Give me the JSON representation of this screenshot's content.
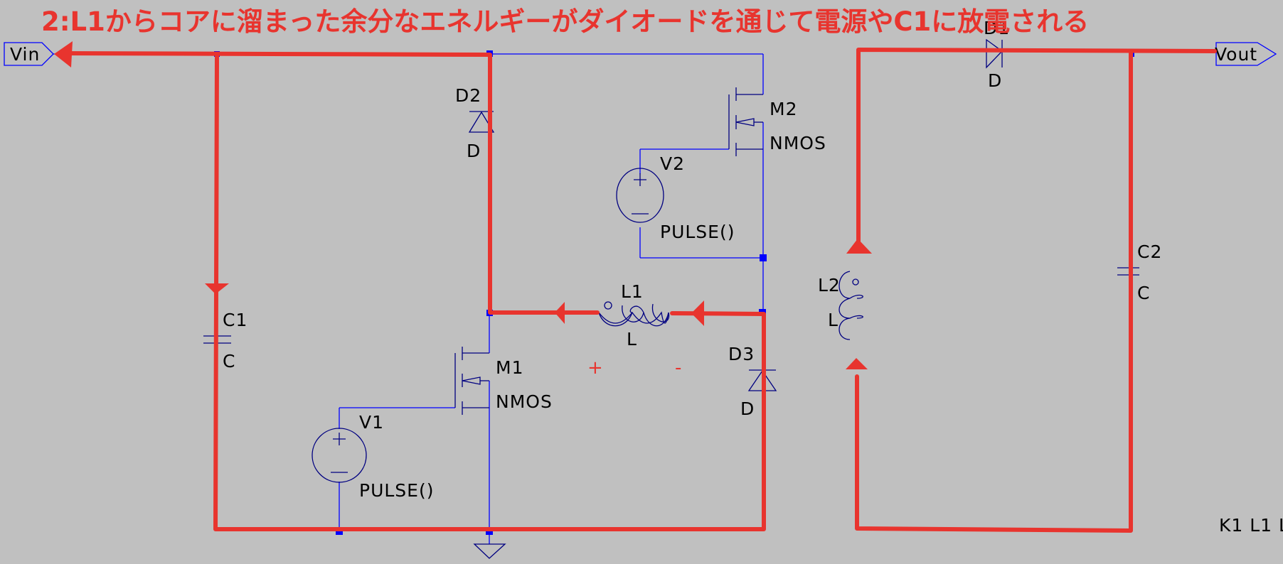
{
  "annotation": {
    "title": "2:L1からコアに溜まった余分なエネルギーがダイオードを通じて電源やC1に放電される",
    "polarity_plus": "+",
    "polarity_minus": "-",
    "color": "#e8342e"
  },
  "ports": {
    "vin": "Vin",
    "vout": "Vout"
  },
  "components": {
    "c1": {
      "name": "C1",
      "value": "C"
    },
    "c2": {
      "name": "C2",
      "value": "C"
    },
    "d1": {
      "name": "D1",
      "value": "D"
    },
    "d2": {
      "name": "D2",
      "value": "D"
    },
    "d3": {
      "name": "D3",
      "value": "D"
    },
    "l1": {
      "name": "L1",
      "value": "L"
    },
    "l2": {
      "name": "L2",
      "value": "L"
    },
    "m1": {
      "name": "M1",
      "value": "NMOS"
    },
    "m2": {
      "name": "M2",
      "value": "NMOS"
    },
    "v1": {
      "name": "V1",
      "value": "PULSE()"
    },
    "v2": {
      "name": "V2",
      "value": "PULSE()"
    }
  },
  "directive": "K1 L1 L",
  "colors": {
    "background": "#c0c0c0",
    "wire": "#0000ff",
    "symbol": "#000080",
    "highlight": "#e8342e"
  }
}
